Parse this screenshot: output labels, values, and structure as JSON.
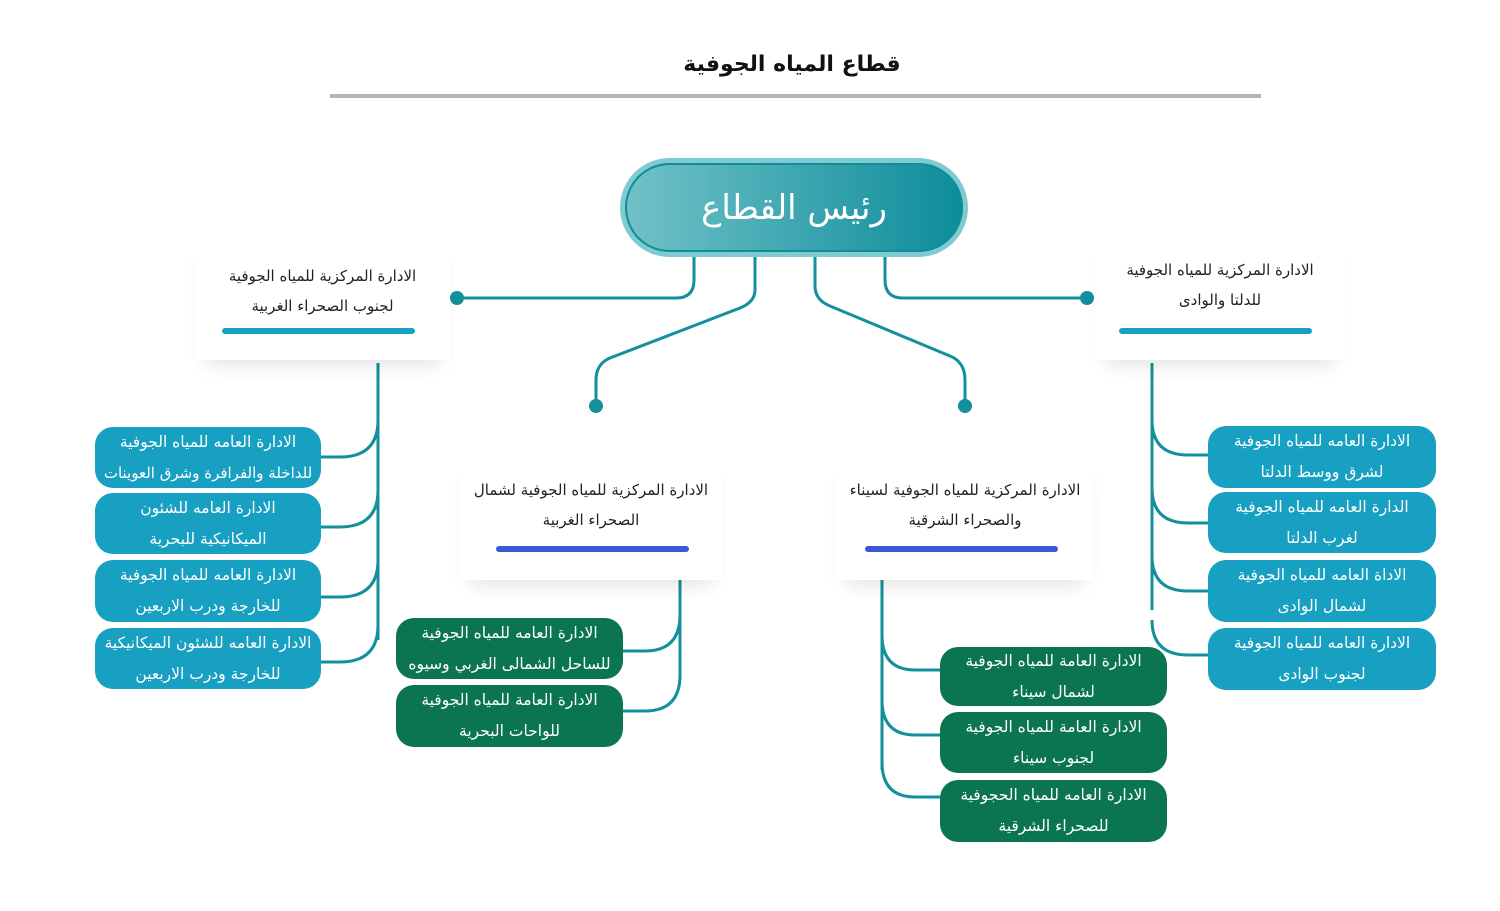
{
  "title": "قطاع المياه الجوفية",
  "root": {
    "label": "رئيس القطاع"
  },
  "colors": {
    "connector": "#13909c",
    "blue_box": "#18a0c2",
    "green_box": "#0b7552",
    "bar_teal": "#17a0c0",
    "bar_blue": "#3a5bd0"
  },
  "central_departments": [
    {
      "line1": "الادارة المركزية للمياه الجوفية",
      "line2": "لجنوب الصحراء الغربية",
      "children": [
        {
          "line1": "الادارة العامه للمياه الجوفية",
          "line2": "للداخلة والفرافرة وشرق العوينات"
        },
        {
          "line1": "الادارة العامه للشئون",
          "line2": "الميكانيكية للبحرية"
        },
        {
          "line1": "الادارة العامه للمياه الجوفية",
          "line2": "للخارجة ودرب الاربعين"
        },
        {
          "line1": "الادارة العامه للشئون الميكانيكية",
          "line2": "للخارجة ودرب الاربعين"
        }
      ]
    },
    {
      "line1": "الادارة المركزية للمياه الجوفية لشمال",
      "line2": "الصحراء الغربية",
      "children": [
        {
          "line1": "الادارة العامه للمياه الجوفية",
          "line2": "للساحل الشمالى الغربي وسيوه"
        },
        {
          "line1": "الادارة العامة للمياه الجوفية",
          "line2": "للواحات البحرية"
        }
      ]
    },
    {
      "line1": "الادارة المركزية للمياه الجوفية لسيناء",
      "line2": "والصحراء الشرقية",
      "children": [
        {
          "line1": "الادارة العامة للمياه الجوفية",
          "line2": "لشمال سيناء"
        },
        {
          "line1": "الادارة العامة للمياه الجوفية",
          "line2": "لجنوب سيناء"
        },
        {
          "line1": "الادارة العامه للمياه الحجوفية",
          "line2": "للصحراء الشرقية"
        }
      ]
    },
    {
      "line1": "الادارة المركزية للمياه الجوفية",
      "line2": "للدلتا والوادى",
      "children": [
        {
          "line1": "الادارة العامه للمياه الجوفية",
          "line2": "لشرق ووسط الدلتا"
        },
        {
          "line1": "الدارة العامه للمياه الجوفية",
          "line2": "لغرب الدلتا"
        },
        {
          "line1": "الاداة العامه للمياه الجوفية",
          "line2": "لشمال الوادى"
        },
        {
          "line1": "الادارة العامه للمياه الجوفية",
          "line2": "لجنوب الوادى"
        }
      ]
    }
  ]
}
